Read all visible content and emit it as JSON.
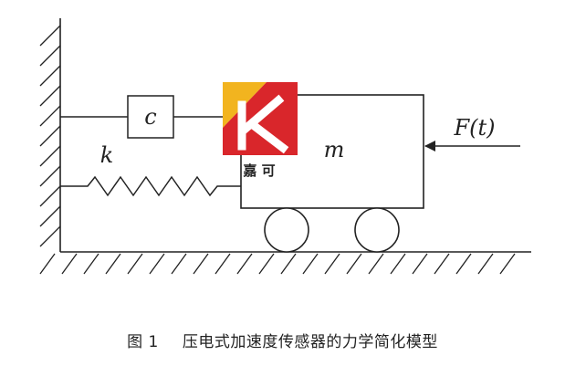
{
  "diagram": {
    "labels": {
      "damper": "c",
      "spring": "k",
      "mass": "m",
      "force": "F(t)"
    },
    "watermark": {
      "brand_text": "嘉 可",
      "letter": "K",
      "colors": {
        "yellow": "#f2b41f",
        "red": "#d9262b",
        "white": "#ffffff"
      }
    },
    "colors": {
      "line": "#222222",
      "background": "#ffffff"
    }
  },
  "caption": {
    "figure_no": "图 1",
    "text": "压电式加速度传感器的力学简化模型"
  }
}
